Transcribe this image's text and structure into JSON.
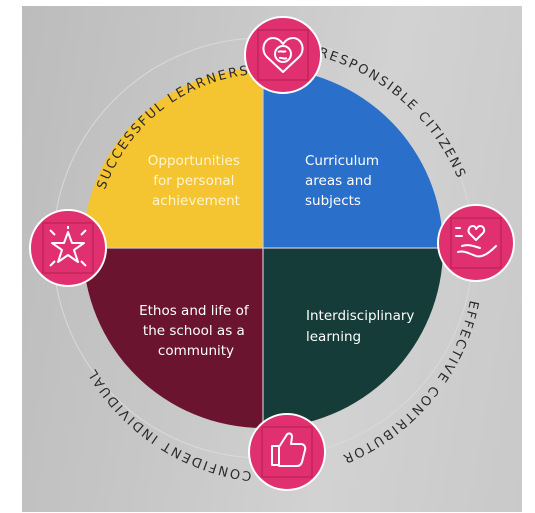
{
  "ring": {
    "top_left": "SUCCESSFUL LEARNERS",
    "top_right": "RESPONSIBLE CITIZENS",
    "bottom_right": "EFFECTIVE CONTRIBUTOR",
    "bottom_left": "CONFIDENT INDIVIDUAL"
  },
  "quadrants": {
    "top_left": {
      "lines": [
        "Opportunities",
        "for personal",
        "achievement"
      ],
      "color": "#f5c431"
    },
    "top_right": {
      "lines": [
        "Curriculum",
        "areas and",
        "subjects"
      ],
      "color": "#2a6fc9"
    },
    "bottom_left": {
      "lines": [
        "Ethos and life of",
        "the school as a",
        "community"
      ],
      "color": "#6b1430"
    },
    "bottom_right": {
      "lines": [
        "Interdisciplinary",
        "learning"
      ],
      "color": "#153c39"
    }
  },
  "badges": {
    "color": "#e0306f",
    "top": "globe-heart-icon",
    "right": "hand-heart-icon",
    "bottom": "thumbs-up-icon",
    "left": "star-icon"
  }
}
